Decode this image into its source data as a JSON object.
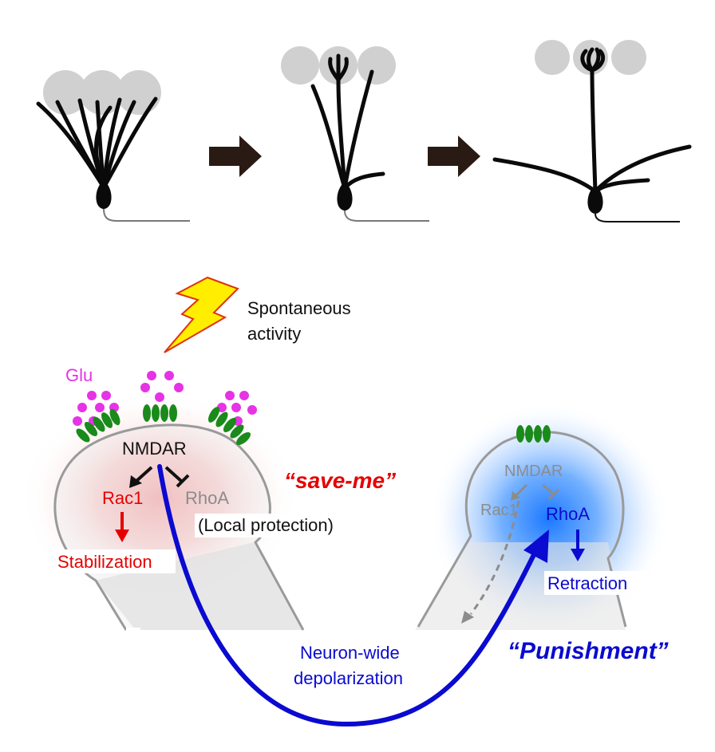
{
  "labels": {
    "spontaneous_line1": "Spontaneous",
    "spontaneous_line2": "activity",
    "glu": "Glu",
    "nmdar_left": "NMDAR",
    "rac1_left": "Rac1",
    "rhoa_left": "RhoA",
    "local_protection": "(Local protection)",
    "stabilization": "Stabilization",
    "save_me": "“save-me”",
    "neuron_wide_line1": "Neuron-wide",
    "neuron_wide_line2": "depolarization",
    "nmdar_right": "NMDAR",
    "rac1_right": "Rac1",
    "rhoa_right": "RhoA",
    "retraction": "Retraction",
    "punishment": "“Punishment”"
  },
  "colors": {
    "glu_magenta": "#e633e6",
    "receptor_green": "#1a8a1a",
    "save_red": "#e60000",
    "punish_blue": "#0a0ad0",
    "inactive_gray": "#8c8c8c",
    "neuron_black": "#0a0a0a",
    "arrow_dark": "#2a1a14",
    "glomerulus_gray": "#d0d0d0",
    "bolt_yellow": "#ffee00",
    "bolt_outline": "#e03010"
  }
}
